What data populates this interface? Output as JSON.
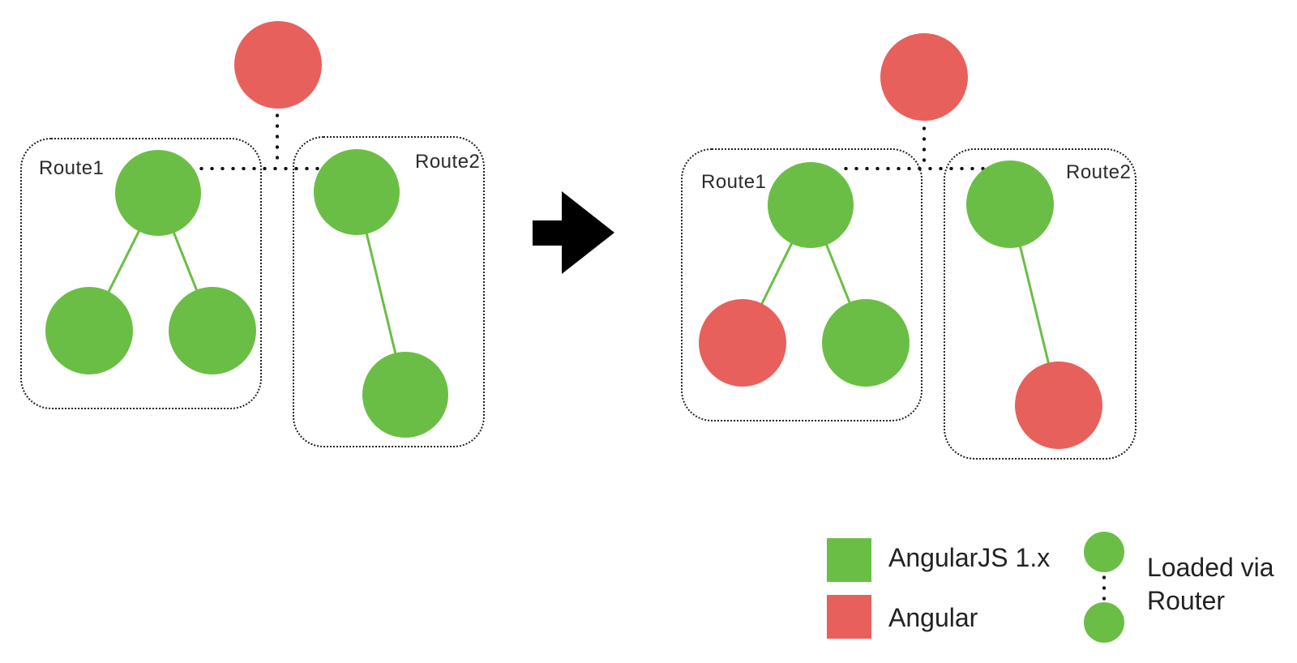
{
  "diagram": {
    "before": {
      "root_type": "angular",
      "routes": [
        {
          "label": "Route1",
          "root": "angularjs",
          "children": [
            "angularjs",
            "angularjs"
          ]
        },
        {
          "label": "Route2",
          "root": "angularjs",
          "children": [
            "angularjs"
          ]
        }
      ]
    },
    "after": {
      "root_type": "angular",
      "routes": [
        {
          "label": "Route1",
          "root": "angularjs",
          "children": [
            "angular",
            "angularjs"
          ]
        },
        {
          "label": "Route2",
          "root": "angularjs",
          "children": [
            "angular"
          ]
        }
      ]
    }
  },
  "legend": {
    "angularjs_label": "AngularJS 1.x",
    "angular_label": "Angular",
    "router_label": "Loaded via Router"
  },
  "icons": {
    "arrow": "arrow-right-icon",
    "router_link": "dotted-line"
  },
  "colors": {
    "angularjs_green": "#6BBE45",
    "angular_red": "#E8605B",
    "dotted_connector": "#111111",
    "box_border": "#222222",
    "arrow": "#000000",
    "label_text": "#2B2B2B"
  }
}
